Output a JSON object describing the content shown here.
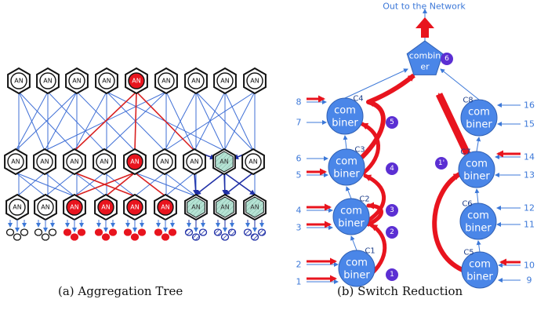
{
  "captions": {
    "left": "(a) Aggregation Tree",
    "right": "(b) Switch Reduction"
  },
  "tree": {
    "node_label": "AN"
  },
  "switch": {
    "out_label": "Out to the Network",
    "combiner_label_line1": "combin",
    "combiner_label_line2": "er",
    "node_line1": "com",
    "node_line2": "biner",
    "nodes": [
      "C1",
      "C2",
      "C3",
      "C4",
      "C5",
      "C6",
      "C7",
      "C8"
    ],
    "inputs": [
      "1",
      "2",
      "3",
      "4",
      "5",
      "6",
      "7",
      "8",
      "9",
      "10",
      "11",
      "12",
      "13",
      "14",
      "15",
      "16"
    ],
    "steps": [
      "1",
      "2",
      "3",
      "4",
      "5",
      "6",
      "1'"
    ]
  },
  "colors": {
    "node_blue": "#4a86e8",
    "line_blue": "#3c78d8",
    "text_blue": "#3c78d8",
    "step_purple": "#5b2fd3",
    "arrow_red": "#e8141e",
    "an_red": "#e8141e",
    "an_teal": "#b6e3d4",
    "tree_blue_line": "#3f6fd6",
    "tree_red_line": "#d92020",
    "tree_navy": "#1f2fa6"
  }
}
